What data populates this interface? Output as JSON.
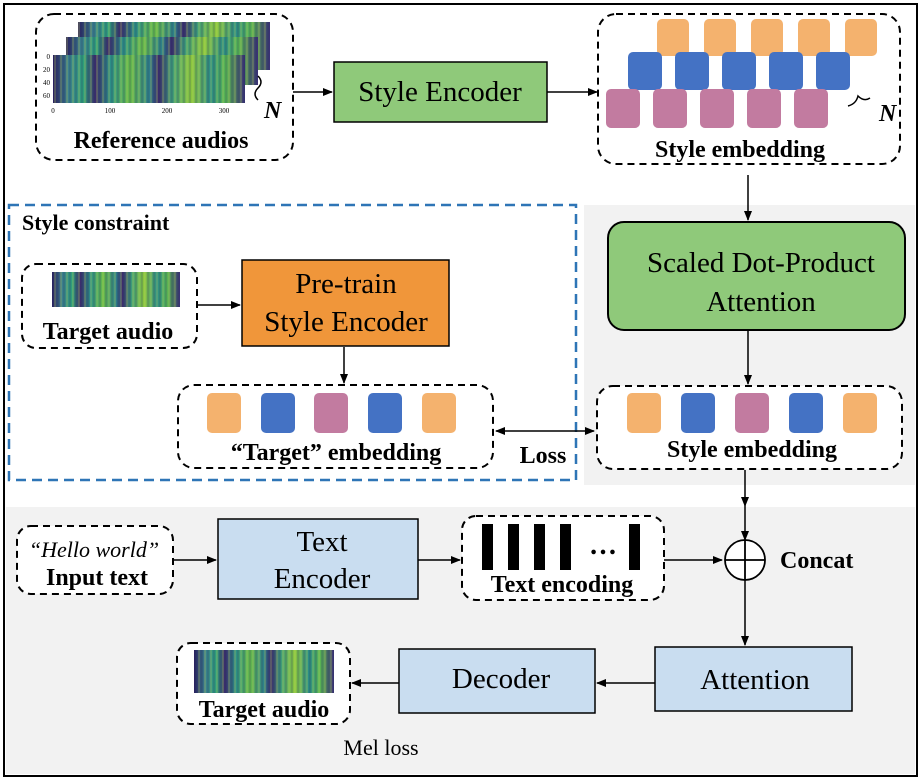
{
  "reference": {
    "label": "Reference audios",
    "count_symbol": "N"
  },
  "style_encoder": {
    "label": "Style Encoder"
  },
  "style_embedding_top": {
    "label": "Style embedding",
    "count_symbol": "N"
  },
  "style_constraint": {
    "title": "Style constraint"
  },
  "target_audio_top": {
    "label": "Target audio"
  },
  "pretrain": {
    "line1": "Pre-train",
    "line2": "Style Encoder"
  },
  "target_embedding": {
    "label": "“Target” embedding"
  },
  "attention_block": {
    "line1": "Scaled Dot-Product",
    "line2": "Attention"
  },
  "style_embedding_mid": {
    "label": "Style embedding"
  },
  "loss": {
    "label": "Loss"
  },
  "input": {
    "quote": "“Hello world”",
    "label": "Input text"
  },
  "text_encoder": {
    "line1": "Text",
    "line2": "Encoder"
  },
  "text_encoding": {
    "label": "Text encoding",
    "ellipsis": "…"
  },
  "concat": {
    "label": "Concat"
  },
  "attention": {
    "label": "Attention"
  },
  "decoder": {
    "label": "Decoder"
  },
  "target_audio_bottom": {
    "label": "Target audio"
  },
  "mel_loss": {
    "label": "Mel loss"
  },
  "spectrogram_ticks": {
    "x": [
      "0",
      "100",
      "200",
      "300"
    ],
    "y": [
      "0",
      "20",
      "40",
      "60"
    ]
  },
  "colors": {
    "orange": "#F4B26E",
    "blue": "#4472C4",
    "pink": "#C27BA0",
    "green": "#8FC97A",
    "pretrain": "#F0963A",
    "lightblue": "#C9DDF0",
    "dashed_blue": "#2E75B6",
    "panel": "#F2F2F2"
  }
}
